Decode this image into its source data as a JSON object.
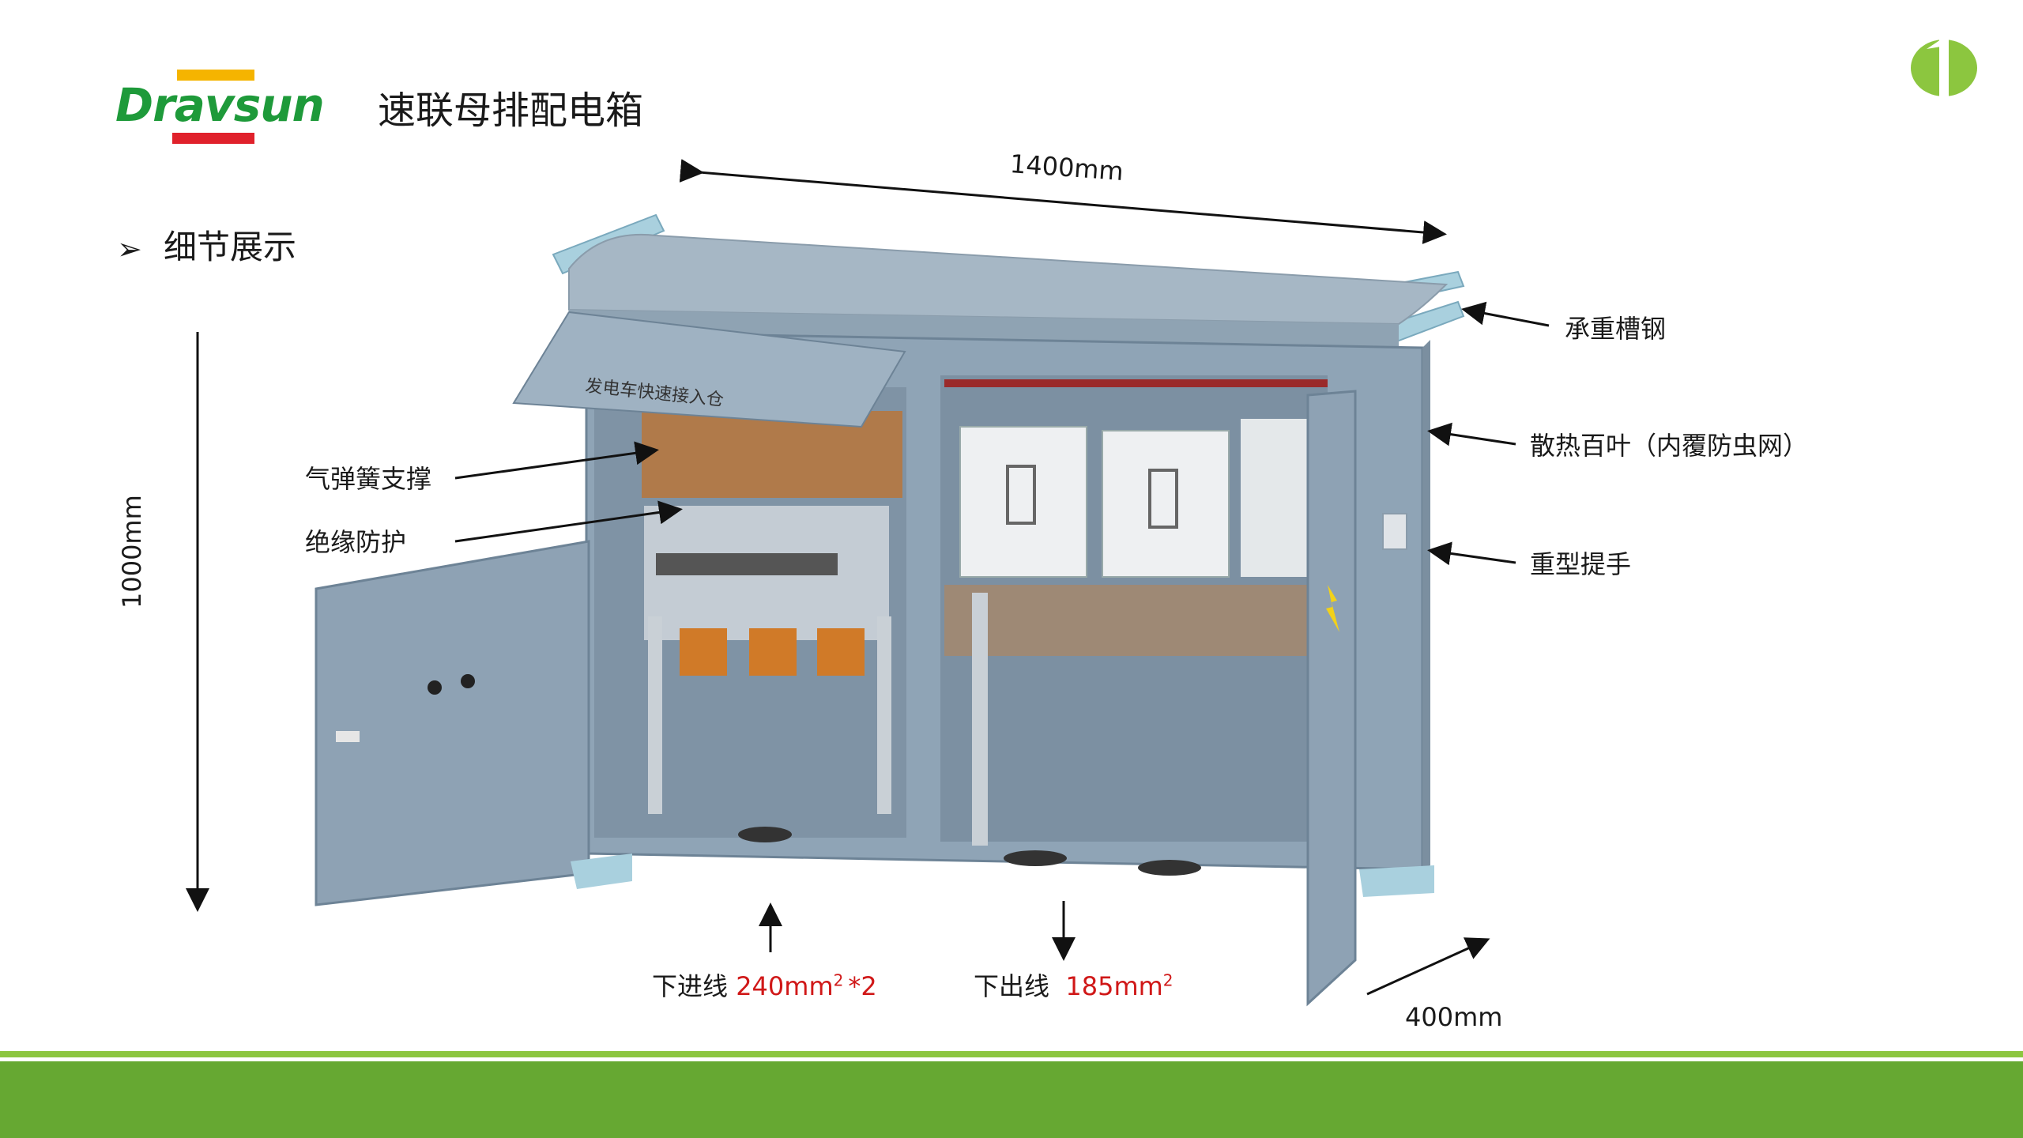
{
  "brand": {
    "logo_text": "Dravsun",
    "yellow": "#f5b400",
    "green": "#1e9a3a",
    "red": "#e0212b"
  },
  "page_title": "速联母排配电箱",
  "section": {
    "bullet": "➢",
    "title": "细节展示"
  },
  "dimensions": {
    "width": "1400mm",
    "height": "1000mm",
    "depth": "400mm"
  },
  "callouts": {
    "channel_steel": "承重槽钢",
    "louver": "散热百叶（内覆防虫网）",
    "handle": "重型提手",
    "gas_spring": "气弹簧支撑",
    "insulation": "绝缘防护"
  },
  "inlet": {
    "label": "下进线",
    "value": "240mm",
    "sup": "2",
    "suffix": "*2"
  },
  "outlet": {
    "label": "下出线",
    "value": "185mm",
    "sup": "2"
  },
  "cabinet_panel_text": "发电车快速接入仓",
  "colors": {
    "accent_red": "#d01818",
    "footer_green": "#66a832",
    "footer_light": "#8cc63f"
  }
}
